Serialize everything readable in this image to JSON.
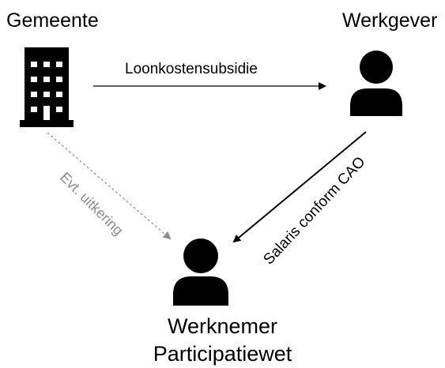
{
  "nodes": {
    "gemeente": {
      "label": "Gemeente",
      "icon": "building-icon"
    },
    "werkgever": {
      "label": "Werkgever",
      "icon": "person-icon"
    },
    "werknemer": {
      "label_line1": "Werknemer",
      "label_line2": "Participatiewet",
      "icon": "person-icon"
    }
  },
  "edges": {
    "subsidie": {
      "label": "Loonkostensubsidie",
      "style": "solid"
    },
    "uitkering": {
      "label": "Evt. uitkering",
      "style": "dashed",
      "color": "#8c8c8c"
    },
    "salaris": {
      "label": "Salaris conform CAO",
      "style": "solid"
    }
  }
}
